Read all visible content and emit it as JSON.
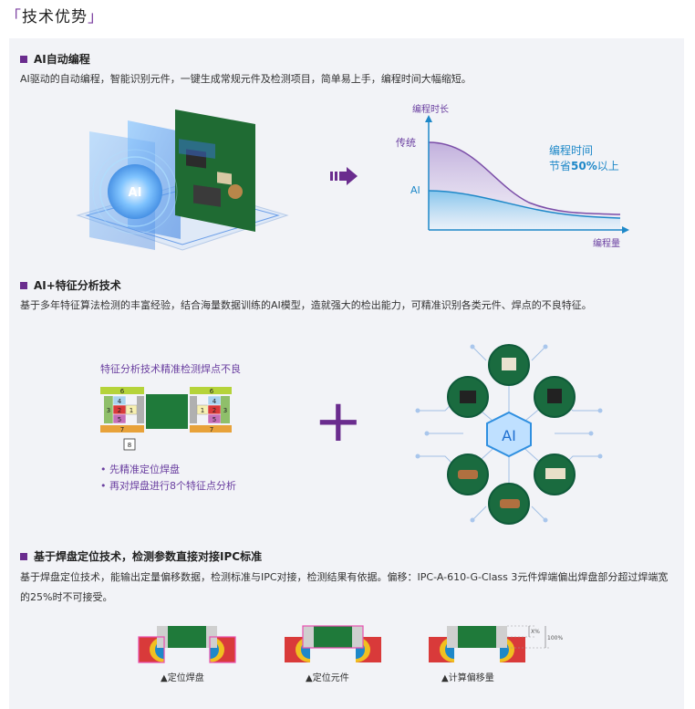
{
  "page": {
    "title_open": "「",
    "title": "技术优势",
    "title_close": "」"
  },
  "sections": [
    {
      "heading": "AI自动编程",
      "desc": "AI驱动的自动编程，智能识别元件，一键生成常规元件及检测项目，简单易上手，编程时间大幅缩短。"
    },
    {
      "heading": "AI+特征分析技术",
      "desc": "基于多年特征算法检测的丰富经验，结合海量数据训练的AI模型，造就强大的检出能力，可精准识别各类元件、焊点的不良特征。"
    },
    {
      "heading": "基于焊盘定位技术，检测参数直接对接IPC标准",
      "desc": "基于焊盘定位技术，能输出定量偏移数据，检测标准与IPC对接，检测结果有依据。偏移：IPC-A-610-G-Class 3元件焊端偏出焊盘部分超过焊端宽的25%时不可接受。"
    }
  ],
  "ai_graphic": {
    "label": "AI"
  },
  "chart": {
    "ylabel": "编程时长",
    "xlabel": "编程量",
    "series_traditional": "传统",
    "series_ai": "AI",
    "note_line1": "编程时间",
    "note_prefix": "节省",
    "note_value": "50%",
    "note_suffix": "以上"
  },
  "feature": {
    "title": "特征分析技术精准检测焊点不良",
    "bullet1": "• 先精准定位焊盘",
    "bullet2": "• 再对焊盘进行8个特征点分析",
    "nums": [
      "1",
      "2",
      "3",
      "4",
      "5",
      "6",
      "7",
      "8"
    ],
    "plus": "+",
    "hub_label": "AI"
  },
  "ipc": {
    "cap1": "▲定位焊盘",
    "cap2": "▲定位元件",
    "cap3": "▲计算偏移量",
    "pct_small": "X%",
    "pct_full": "100%"
  },
  "colors": {
    "brand": "#6a2c8e",
    "accent_blue": "#1e88c8"
  }
}
